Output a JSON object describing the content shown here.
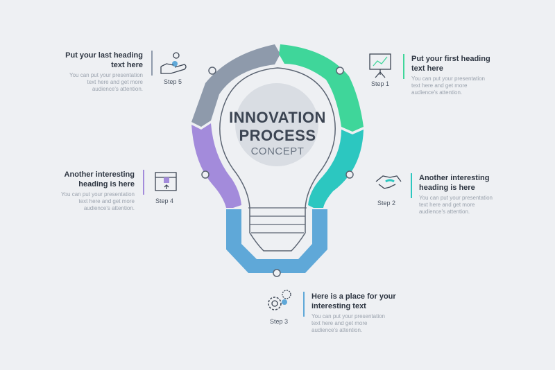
{
  "title": {
    "line1": "INNOVATION",
    "line2": "PROCESS",
    "line3": "CONCEPT"
  },
  "steps": [
    {
      "label": "Step 1",
      "heading_1": "Put your first heading",
      "heading_2": "text here",
      "desc_1": "You can put your presentation",
      "desc_2": "text here and get more",
      "desc_3": "audience's attention.",
      "color": "#3fd69a",
      "icon": "presentation-chart-icon"
    },
    {
      "label": "Step 2",
      "heading_1": "Another interesting",
      "heading_2": "heading is here",
      "desc_1": "You can put your presentation",
      "desc_2": "text here and get more",
      "desc_3": "audience's attention.",
      "color": "#2cc7c0",
      "icon": "handshake-icon"
    },
    {
      "label": "Step 3",
      "heading_1": "Here is a place for your",
      "heading_2": "interesting text",
      "desc_1": "You can put your presentation",
      "desc_2": "text here and get more",
      "desc_3": "audience's attention.",
      "color": "#5fa8d8",
      "icon": "gears-icon"
    },
    {
      "label": "Step 4",
      "heading_1": "Another interesting",
      "heading_2": "heading is here",
      "desc_1": "You can put your presentation",
      "desc_2": "text here and get more",
      "desc_3": "audience's attention.",
      "color": "#a38bdb",
      "icon": "box-icon"
    },
    {
      "label": "Step 5",
      "heading_1": "Put your last heading",
      "heading_2": "text here",
      "desc_1": "You can put your presentation",
      "desc_2": "text here and get more",
      "desc_3": "audience's attention.",
      "color": "#8e9aab",
      "icon": "hand-coin-icon"
    }
  ]
}
